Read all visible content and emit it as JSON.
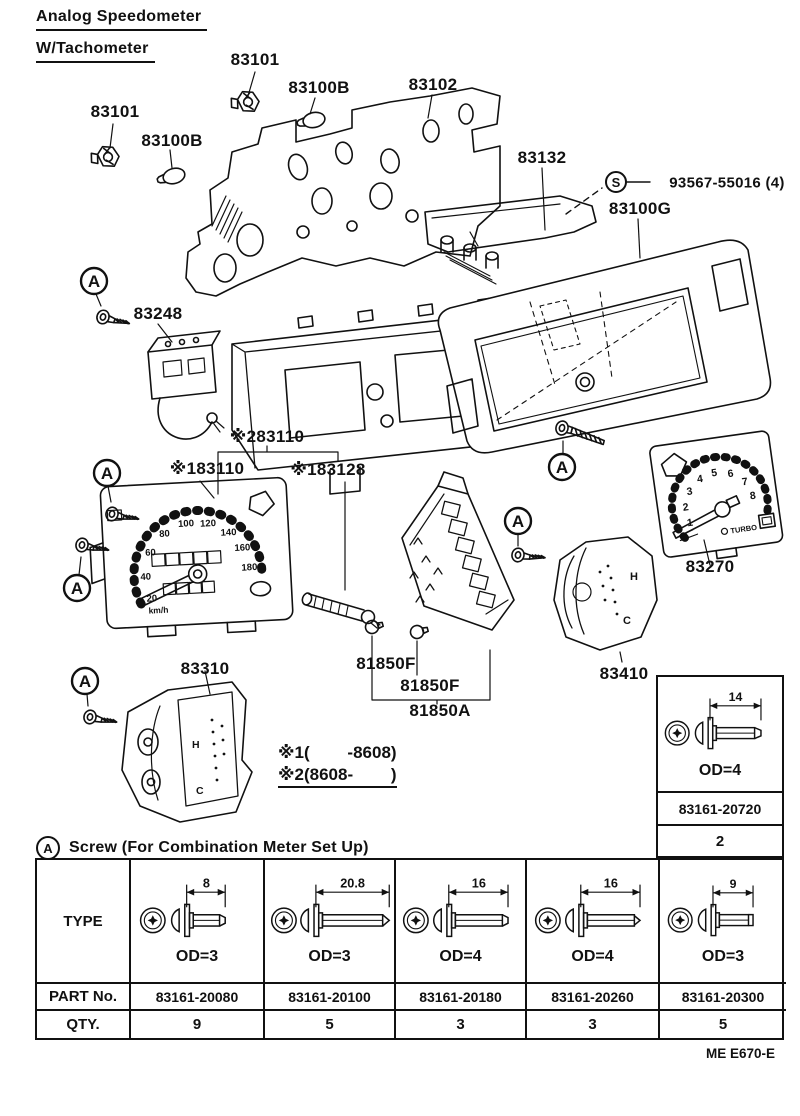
{
  "title": {
    "line1": "Analog Speedometer",
    "line2": "W/Tachometer"
  },
  "markers": {
    "a": "A",
    "s": "S"
  },
  "parts": {
    "p83101_top": "83101",
    "p83100b_top": "83100B",
    "p83102": "83102",
    "p83101_left": "83101",
    "p83100b_left": "83100B",
    "p83132": "83132",
    "s_part": "93567-55016 (4)",
    "p83100g": "83100G",
    "p83248": "83248",
    "p283110": "※283110",
    "p183110": "※183110",
    "p183128": "※183128",
    "p83270": "83270",
    "p83310": "83310",
    "p81850f_a": "81850F",
    "p81850f_b": "81850F",
    "p81850a": "81850A",
    "p83410": "83410"
  },
  "speedometer": {
    "numbers": [
      "20",
      "40",
      "60",
      "80",
      "100",
      "120",
      "140",
      "160",
      "180"
    ],
    "unit": "km/h"
  },
  "tachometer": {
    "numbers": [
      "1",
      "2",
      "3",
      "4",
      "5",
      "6",
      "7",
      "8"
    ],
    "brand": "TURBO"
  },
  "gauge_letters": {
    "h": "H",
    "c": "C"
  },
  "notes": {
    "line1": "※1(        -8608)",
    "line2": "※2(8608-        )"
  },
  "screw_heading": {
    "text": "Screw (For Combination Meter Set Up)"
  },
  "inset": {
    "dim": "14",
    "od": "OD=4",
    "part": "83161-20720",
    "qty": "2"
  },
  "table": {
    "headers": {
      "type": "TYPE",
      "part": "PART No.",
      "qty": "QTY."
    },
    "columns": [
      {
        "dim": "8",
        "od": "OD=3",
        "part": "83161-20080",
        "qty": "9"
      },
      {
        "dim": "20.8",
        "od": "OD=3",
        "part": "83161-20100",
        "qty": "5"
      },
      {
        "dim": "16",
        "od": "OD=4",
        "part": "83161-20180",
        "qty": "3"
      },
      {
        "dim": "16",
        "od": "OD=4",
        "part": "83161-20260",
        "qty": "3"
      },
      {
        "dim": "9",
        "od": "OD=3",
        "part": "83161-20300",
        "qty": "5"
      }
    ]
  },
  "footer": {
    "code": "ME E670-E"
  }
}
